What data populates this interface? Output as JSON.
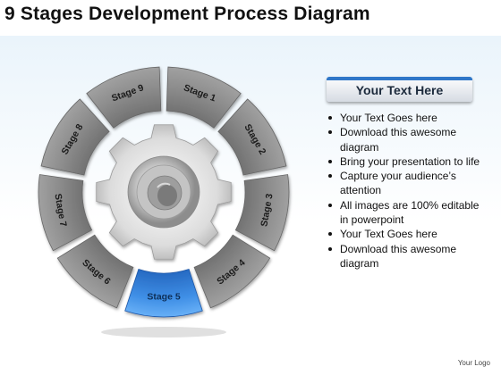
{
  "title": "9 Stages Development Process Diagram",
  "stages": [
    "Stage 1",
    "Stage 2",
    "Stage 3",
    "Stage 4",
    "Stage 5",
    "Stage 6",
    "Stage 7",
    "Stage 8",
    "Stage 9"
  ],
  "highlighted_stage": "Stage 5",
  "colors": {
    "segment": "#8f8f8f",
    "segment_highlight": "#3f8fe6",
    "title_bar_accent": "#2f77c8"
  },
  "center_icon": "gear-icon",
  "text_panel": {
    "heading": "Your Text Here",
    "bullets": [
      "Your Text Goes here",
      "Download this awesome diagram",
      "Bring your presentation to life",
      "Capture your audience’s attention",
      "All images are 100% editable in powerpoint",
      "Your Text Goes here",
      "Download this awesome diagram"
    ]
  },
  "footer_logo": "Your Logo"
}
